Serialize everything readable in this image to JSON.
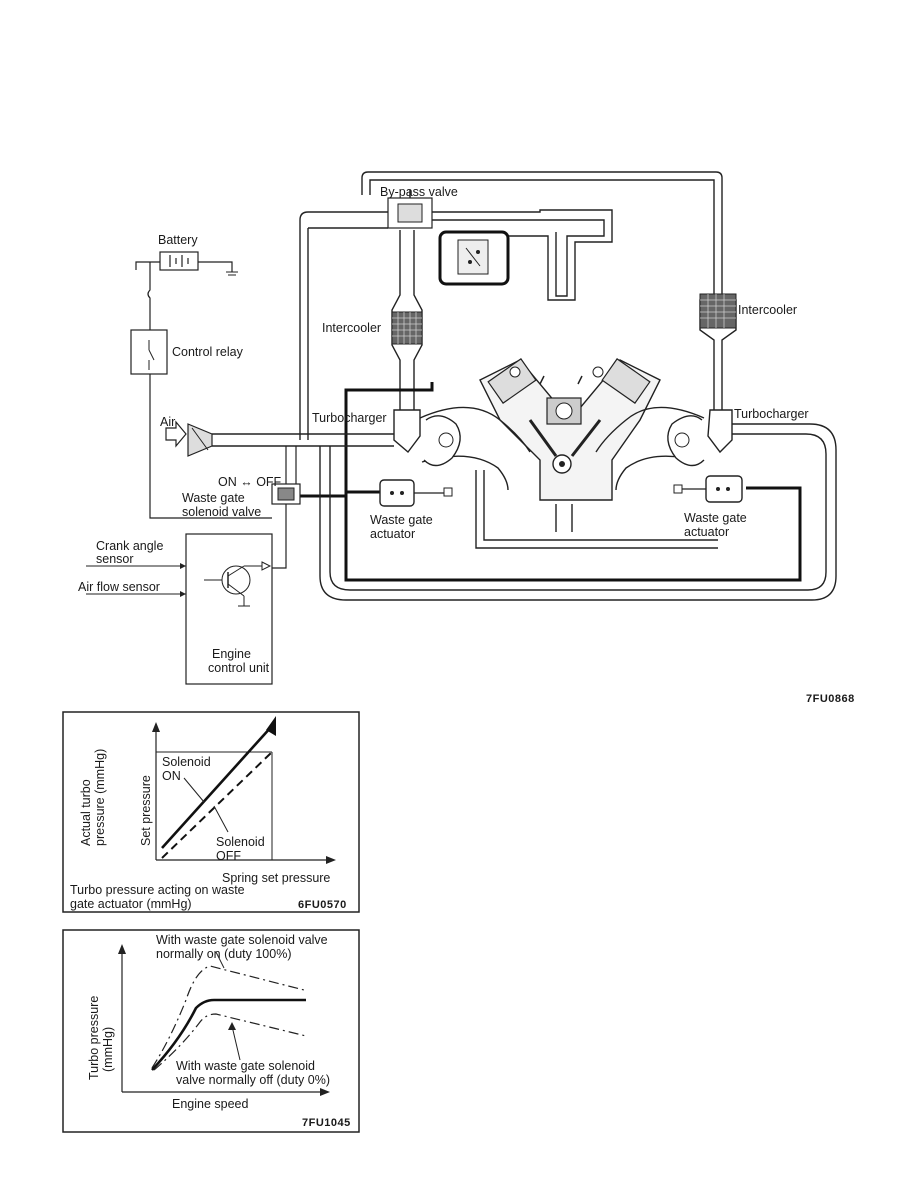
{
  "diagram": {
    "labels": {
      "bypass_valve": "By-pass valve",
      "battery": "Battery",
      "control_relay": "Control relay",
      "intercooler_left": "Intercooler",
      "intercooler_right": "Intercooler",
      "turbocharger_left": "Turbocharger",
      "turbocharger_right": "Turbocharger",
      "air": "Air",
      "on_off": "ON ↔ OFF",
      "solenoid_valve_1": "Waste gate",
      "solenoid_valve_2": "solenoid valve",
      "actuator_left_1": "Waste gate",
      "actuator_left_2": "actuator",
      "actuator_right_1": "Waste gate",
      "actuator_right_2": "actuator",
      "crank_angle_1": "Crank angle",
      "crank_angle_2": "sensor",
      "air_flow": "Air flow sensor",
      "ecu_1": "Engine",
      "ecu_2": "control unit"
    },
    "code": "7FU0868"
  },
  "graph1": {
    "ylabel_1": "Actual turbo",
    "ylabel_2": "pressure (mmHg)",
    "set_pressure": "Set pressure",
    "solenoid_on_1": "Solenoid",
    "solenoid_on_2": "ON",
    "solenoid_off_1": "Solenoid",
    "solenoid_off_2": "OFF",
    "spring_set": "Spring set pressure",
    "xlabel_1": "Turbo pressure acting on waste",
    "xlabel_2": "gate actuator (mmHg)",
    "code": "6FU0570"
  },
  "graph2": {
    "ylabel_1": "Turbo pressure",
    "ylabel_2": "(mmHg)",
    "top_note_1": "With waste gate solenoid valve",
    "top_note_2": "normally on (duty 100%)",
    "bottom_note_1": "With waste gate solenoid",
    "bottom_note_2": "valve normally off (duty 0%)",
    "xlabel": "Engine speed",
    "code": "7FU1045"
  }
}
